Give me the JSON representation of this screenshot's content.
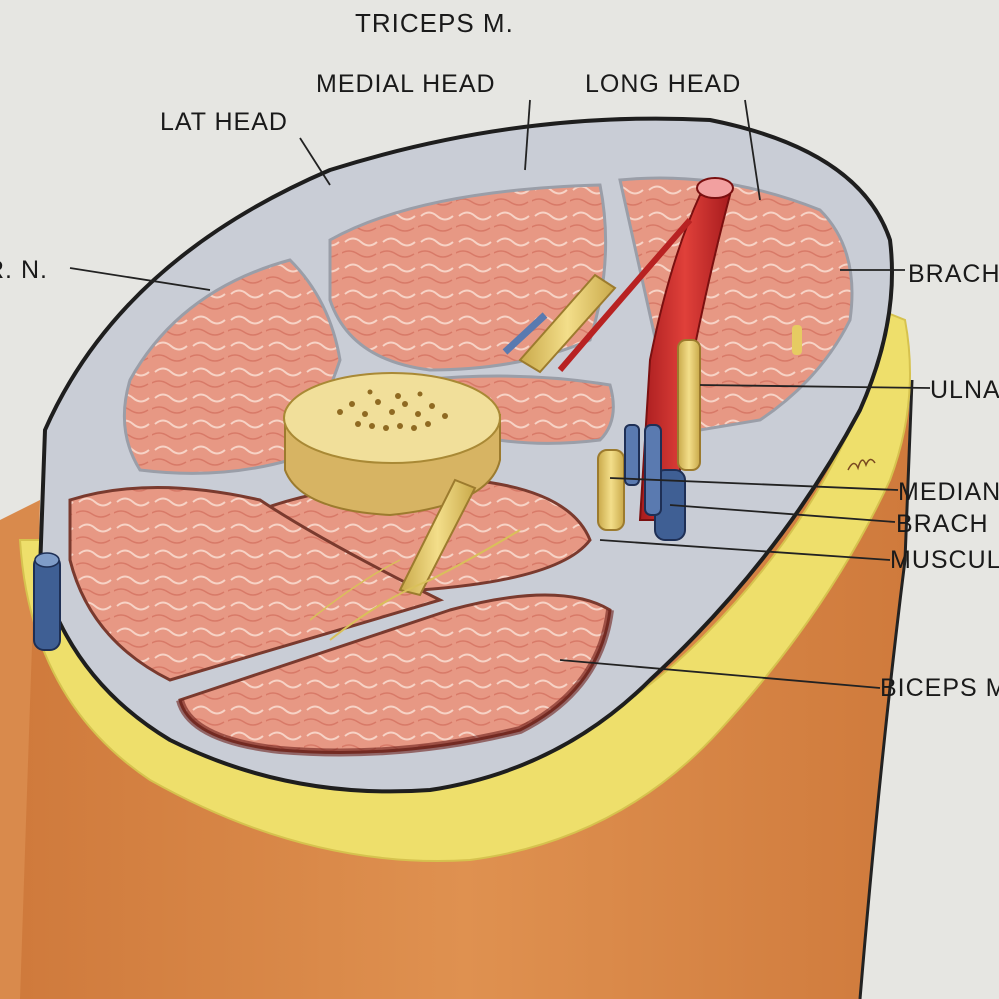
{
  "labels": {
    "triceps": "TRICEPS M.",
    "medial_head": "MEDIAL HEAD",
    "long_head": "LONG HEAD",
    "lat_head": "LAT HEAD",
    "radial_nerve": "R. N.",
    "brachial_v": "BRACH",
    "ulnar": "ULNA",
    "median": "MEDIAN",
    "brachial_a": "BRACH",
    "musculo": "MUSCUL",
    "biceps": "BICEPS M"
  },
  "colors": {
    "background": "#e6e6e2",
    "skin": "#d9894a",
    "fat": "#eedf6b",
    "fascia": "#c9cdd6",
    "muscle": "#e89a86",
    "artery": "#c9282a",
    "vein": "#3f5f94",
    "nerve": "#e6cb62",
    "bone": "#dcc07a"
  }
}
